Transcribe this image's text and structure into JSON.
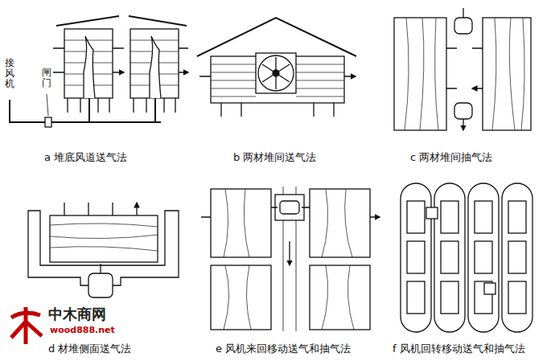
{
  "diagram": {
    "labels": [
      "接风机",
      "闸门",
      "a 堆底风道送气法",
      "b 两材堆间送气法",
      "c 两材堆间抽气法",
      "d 材堆侧面送气法",
      "e 风机来回移动送气和抽气法",
      "f 风机回转移动送气和抽气法",
      "中木商网",
      "wood888.net"
    ]
  }
}
